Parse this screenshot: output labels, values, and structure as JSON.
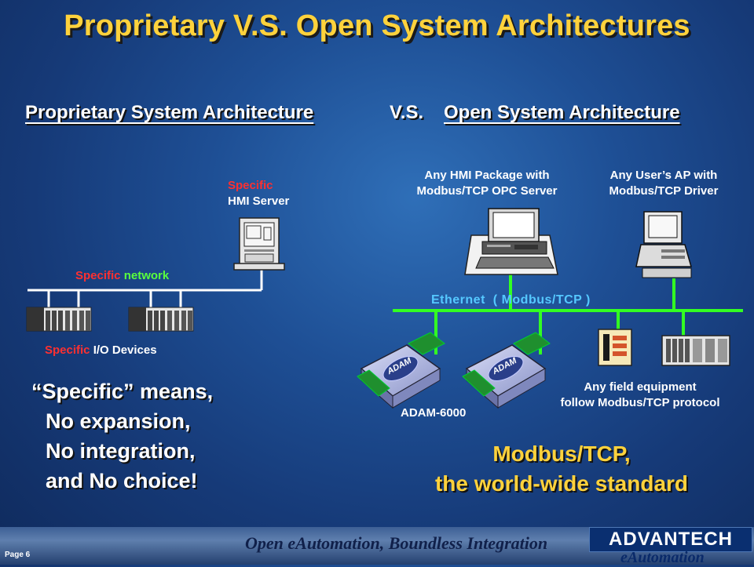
{
  "title": "Proprietary V.S. Open System Architectures",
  "subtitle": {
    "left": "Proprietary System Architecture",
    "vs": "V.S.",
    "right": "Open System Architecture"
  },
  "proprietary": {
    "hmi_label_1": "Specific",
    "hmi_label_2": "HMI Server",
    "network_label_1": "Specific",
    "network_label_2": "network",
    "io_label_1": "Specific",
    "io_label_2": "I/O Devices",
    "means": [
      "“Specific” means,",
      "No expansion,",
      "No integration,",
      "and No choice!"
    ]
  },
  "open": {
    "hmi_package": [
      "Any HMI Package with",
      "Modbus/TCP OPC Server"
    ],
    "user_ap": [
      "Any User’s AP with",
      "Modbus/TCP Driver"
    ],
    "ethernet": "Ethernet",
    "ethernet_proto": "( Modbus/TCP )",
    "module_logo": "ADAM",
    "adam_label": "ADAM-6000",
    "field_equipment": [
      "Any field equipment",
      "follow Modbus/TCP protocol"
    ],
    "standard": [
      "Modbus/TCP,",
      "the world-wide standard"
    ]
  },
  "footer": {
    "slogan": "Open eAutomation, Boundless Integration",
    "page": "Page 6",
    "brand": "ADVANTECH",
    "brand_sub": "eAutomation"
  },
  "colors": {
    "title": "#ffd23c",
    "specific_red": "#ff3030",
    "network_green": "#59ff3d",
    "ethernet_blue": "#55c8ff",
    "bus_green": "#33ff22"
  }
}
